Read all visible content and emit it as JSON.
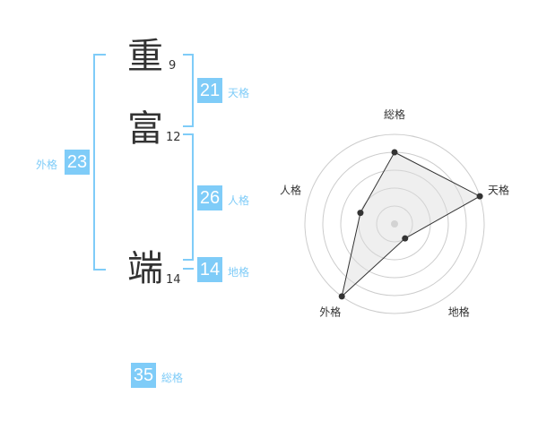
{
  "name": {
    "chars": [
      {
        "char": "重",
        "strokes": "9"
      },
      {
        "char": "富",
        "strokes": "12"
      },
      {
        "char": "端",
        "strokes": "14"
      }
    ]
  },
  "scores": {
    "tenkaku": {
      "label": "天格",
      "value": "21"
    },
    "jinkaku": {
      "label": "人格",
      "value": "26"
    },
    "chikaku": {
      "label": "地格",
      "value": "14"
    },
    "gaikaku": {
      "label": "外格",
      "value": "23"
    },
    "soukaku": {
      "label": "総格",
      "value": "35"
    }
  },
  "colors": {
    "accent": "#7fccf8",
    "line": "#333333",
    "fill": "#eeeeee"
  },
  "chart_data": {
    "type": "radar",
    "categories": [
      "総格",
      "天格",
      "地格",
      "外格",
      "人格"
    ],
    "values": [
      4,
      5,
      1,
      5,
      2
    ],
    "range": [
      0,
      5
    ],
    "rings": 5
  }
}
